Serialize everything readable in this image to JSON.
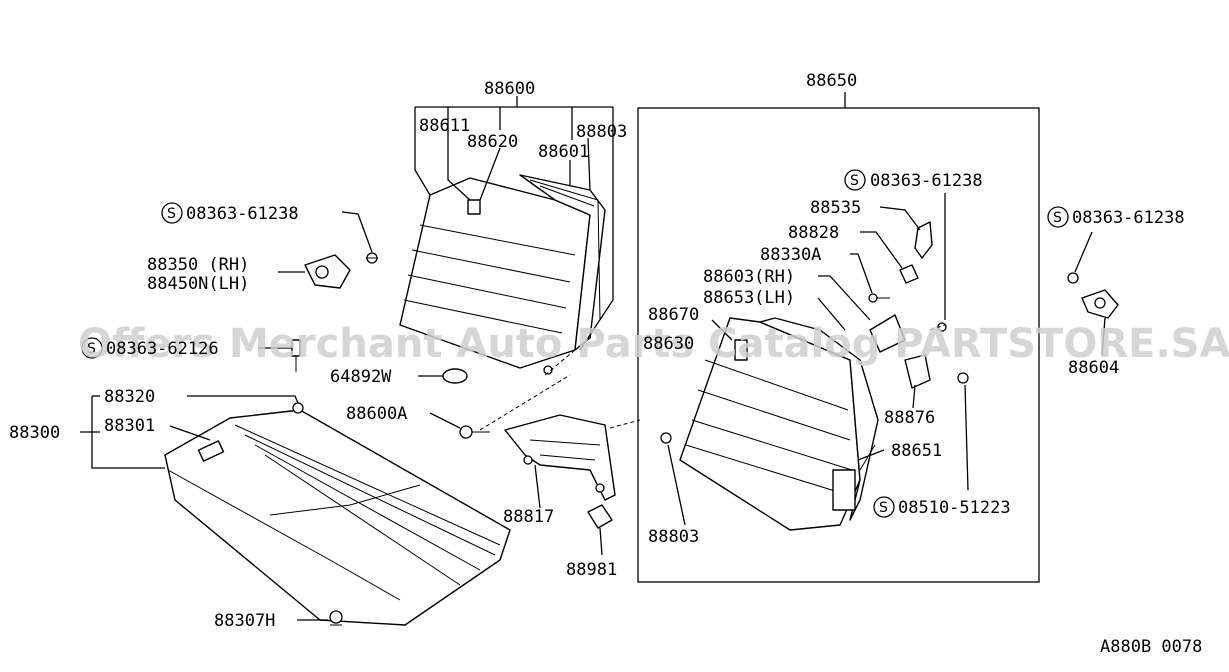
{
  "labels": {
    "p88600": "88600",
    "p88650": "88650",
    "p88611": "88611",
    "p88620": "88620",
    "p88803_top": "88803",
    "p88601": "88601",
    "bolt_left": "08363-61238",
    "bolt_mid": "08363-61238",
    "bolt_right": "08363-61238",
    "p88535": "88535",
    "p88828": "88828",
    "p88330A": "88330A",
    "p88603": "88603(RH)",
    "p88653": "88653(LH)",
    "p88670": "88670",
    "p88350": "88350 (RH)",
    "p88450N": "88450N(LH)",
    "p88604": "88604",
    "screw_left": "08363-62126",
    "p88630": "88630",
    "p64892W": "64892W",
    "p88320": "88320",
    "p88301": "88301",
    "p88300": "88300",
    "p88600A": "88600A",
    "p88876": "88876",
    "p88651": "88651",
    "bolt_bottom": "08510-51223",
    "p88817": "88817",
    "p88803_bottom": "88803",
    "p88981": "88981",
    "p88307H": "88307H",
    "diagram_code": "A880B 0078"
  },
  "symbols": {
    "s_mark": "S"
  },
  "watermark": "Offers Merchant Auto Parts Catalog PARTSTORE.SA"
}
